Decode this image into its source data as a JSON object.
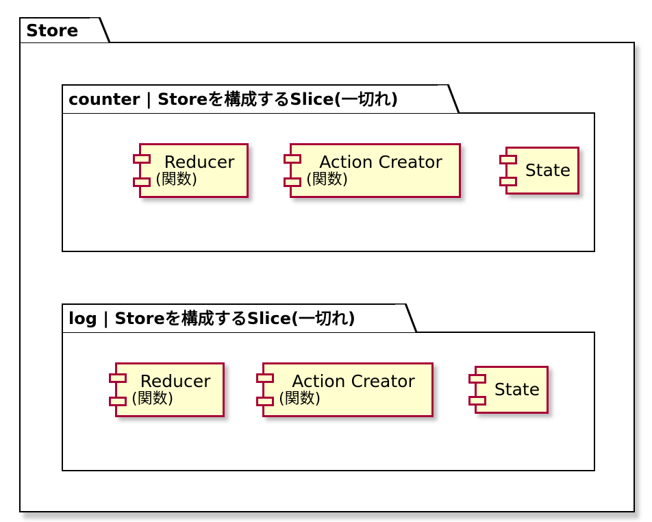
{
  "diagram": {
    "type": "uml-component-diagram",
    "colors": {
      "package_border": "#000000",
      "package_fill": "#ffffff",
      "component_border": "#a80036",
      "component_fill": "#fefece",
      "text": "#000000",
      "shadow": "#b4b4b4",
      "background": "#ffffff"
    },
    "outer_package": {
      "label": "Store"
    },
    "packages": [
      {
        "id": "counter",
        "label": "counter | Storeを構成するSlice(一切れ)",
        "components": [
          {
            "id": "counter-reducer",
            "title": "Reducer",
            "subtitle": "(関数)"
          },
          {
            "id": "counter-action-creator",
            "title": "Action Creator",
            "subtitle": "(関数)"
          },
          {
            "id": "counter-state",
            "title": "State",
            "subtitle": ""
          }
        ]
      },
      {
        "id": "log",
        "label": "log | Storeを構成するSlice(一切れ)",
        "components": [
          {
            "id": "log-reducer",
            "title": "Reducer",
            "subtitle": "(関数)"
          },
          {
            "id": "log-action-creator",
            "title": "Action Creator",
            "subtitle": "(関数)"
          },
          {
            "id": "log-state",
            "title": "State",
            "subtitle": ""
          }
        ]
      }
    ]
  }
}
